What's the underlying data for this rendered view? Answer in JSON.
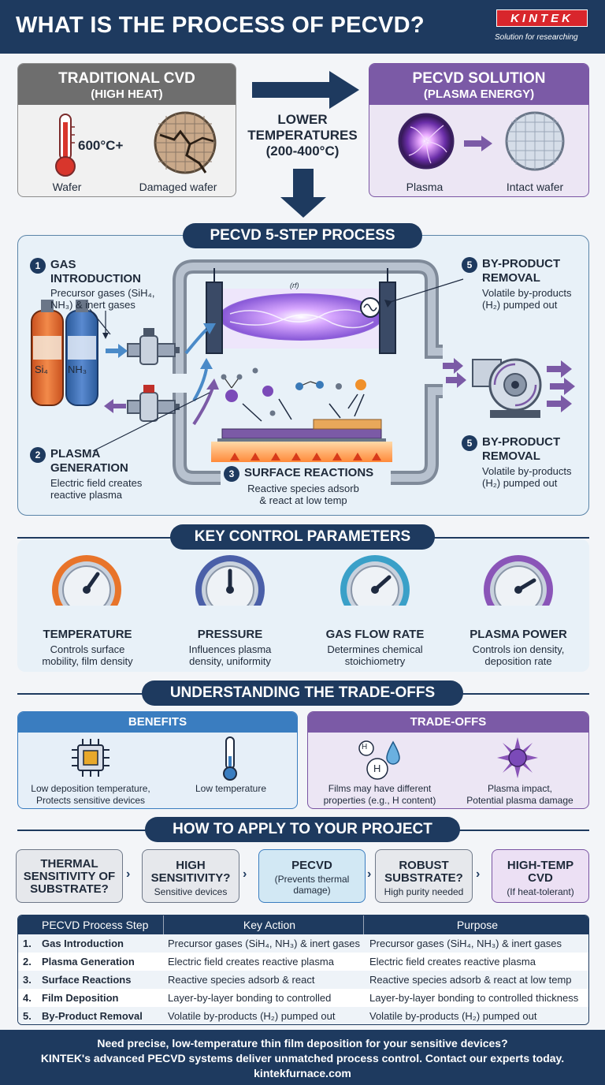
{
  "header": {
    "title": "WHAT IS THE PROCESS OF PECVD?",
    "brand": "KINTEK",
    "tagline": "Solution for researching"
  },
  "compare": {
    "cvd": {
      "title": "TRADITIONAL CVD",
      "subtitle": "(HIGH HEAT)",
      "temp": "600°C+",
      "left_caption": "Wafer",
      "right_caption": "Damaged wafer"
    },
    "middle": [
      "LOWER",
      "TEMPERATURES",
      "(200-400°C)"
    ],
    "pecvd": {
      "title": "PECVD SOLUTION",
      "subtitle": "(PLASMA ENERGY)",
      "left_caption": "Plasma",
      "right_caption": "Intact wafer"
    }
  },
  "process": {
    "heading": "PECVD 5-STEP PROCESS",
    "step1": {
      "num": "1",
      "title1": "GAS",
      "title2": "INTRODUCTION",
      "desc1": "Precursor gases (SiH₄,",
      "desc2": "NH₃) & inert gases"
    },
    "step2": {
      "num": "2",
      "title1": "PLASMA",
      "title2": "GENERATION",
      "desc1": "Electric field creates",
      "desc2": "reactive plasma"
    },
    "step3": {
      "num": "3",
      "title": "SURFACE REACTIONS",
      "desc1": "Reactive species adsorb",
      "desc2": "& react at low temp"
    },
    "step5a": {
      "num": "5",
      "title1": "BY-PRODUCT",
      "title2": "REMOVAL",
      "desc1": "Volatile by-products",
      "desc2": "(H₂) pumped out"
    },
    "step5b": {
      "num": "5",
      "title1": "BY-PRODUCT",
      "title2": "REMOVAL",
      "desc1": "Volatile by-products",
      "desc2": "(H₂) pumped out"
    },
    "cyl1": "Si₄",
    "cyl2": "NH₃",
    "rf_label": "(rf)"
  },
  "params": {
    "heading": "KEY CONTROL PARAMETERS",
    "items": [
      {
        "title": "TEMPERATURE",
        "desc1": "Controls surface",
        "desc2": "mobility, film density",
        "color": "#e8742a"
      },
      {
        "title": "PRESSURE",
        "desc1": "Influences plasma",
        "desc2": "density, uniformity",
        "color": "#4a5fa8"
      },
      {
        "title": "GAS FLOW RATE",
        "desc1": "Determines chemical",
        "desc2": "stoichiometry",
        "color": "#3aa0c8"
      },
      {
        "title": "PLASMA POWER",
        "desc1": "Controls ion density,",
        "desc2": "deposition rate",
        "color": "#8a55b8"
      }
    ]
  },
  "tradeoffs": {
    "heading": "UNDERSTANDING THE TRADE-OFFS",
    "benefits": {
      "title": "BENEFITS",
      "a1": "Low deposition temperature,",
      "a2": "Protects sensitive devices",
      "b": "Low temperature"
    },
    "tradeoffs": {
      "title": "TRADE-OFFS",
      "a1": "Films may have different",
      "a2": "properties (e.g., H content)",
      "b1": "Plasma impact,",
      "b2": "Potential plasma damage",
      "h_label": "H"
    }
  },
  "apply": {
    "heading": "HOW TO APPLY TO YOUR PROJECT",
    "boxes": [
      {
        "t1": "THERMAL",
        "t2": "SENSITIVITY OF",
        "t3": "SUBSTRATE?"
      },
      {
        "t1": "HIGH",
        "t2": "SENSITIVITY?",
        "s": "Sensitive devices"
      },
      {
        "t1": "PECVD",
        "s1": "(Prevents thermal",
        "s2": "damage)"
      },
      {
        "t1": "ROBUST",
        "t2": "SUBSTRATE?",
        "s": "High purity needed"
      },
      {
        "t1": "HIGH-TEMP",
        "t2": "CVD",
        "s": "(If heat-tolerant)"
      }
    ]
  },
  "table": {
    "headers": [
      "PECVD Process Step",
      "Key Action",
      "Purpose"
    ],
    "rows": [
      {
        "n": "1.",
        "step": "Gas Introduction",
        "action": "Precursor gases (SiH₄, NH₃) & inert gases",
        "purpose": "Precursor gases (SiH₄, NH₃) & inert gases"
      },
      {
        "n": "2.",
        "step": "Plasma Generation",
        "action": "Electric field creates reactive plasma",
        "purpose": "Electric field creates reactive plasma"
      },
      {
        "n": "3.",
        "step": "Surface Reactions",
        "action": "Reactive species adsorb & react",
        "purpose": "Reactive species adsorb & react at low temp"
      },
      {
        "n": "4.",
        "step": "Film Deposition",
        "action": "Layer-by-layer bonding to controlled",
        "purpose": "Layer-by-layer bonding to controlled thickness"
      },
      {
        "n": "5.",
        "step": "By-Product Removal",
        "action": "Volatile by-products (H₂) pumped out",
        "purpose": "Volatile by-products (H₂) pumped out"
      }
    ]
  },
  "footer": {
    "line1": "Need precise, low-temperature thin film deposition for your sensitive devices?",
    "line2": "KINTEK's advanced PECVD systems deliver unmatched process control. Contact our experts today.",
    "line3": "kintekfurnace.com"
  }
}
